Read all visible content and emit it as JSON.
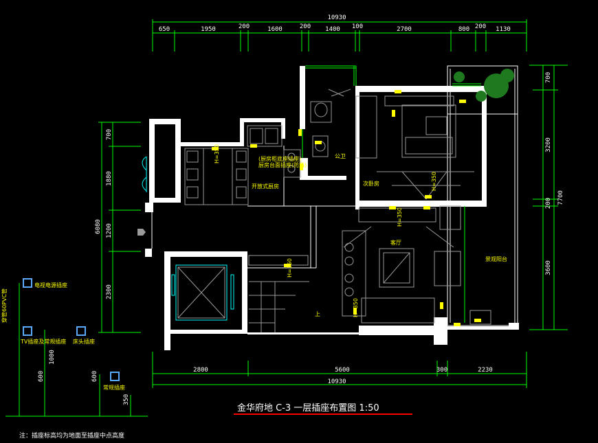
{
  "dims": {
    "top_total": "10930",
    "top_segments": [
      "650",
      "1950",
      "200",
      "1600",
      "200",
      "1400",
      "100",
      "2700",
      "800",
      "200",
      "1130"
    ],
    "bottom_segments": [
      "2800",
      "5600",
      "300",
      "2230"
    ],
    "bottom_total": "10930",
    "left_segments": [
      "700",
      "1880",
      "1200",
      "2300"
    ],
    "left_total": "6080",
    "right_segments": [
      "700",
      "3200",
      "200",
      "3600"
    ],
    "right_total": "7700"
  },
  "rooms": {
    "kitchen": "开放式厨房",
    "bathroom": "公卫",
    "bedroom": "次卧房",
    "living": "客厅",
    "balcony": "景观阳台",
    "stair_up": "上",
    "fridge_note_1": "(厨房柜底座插座)",
    "fridge_note_2": "厨房台面插座(防溅)"
  },
  "heights": [
    "H=350",
    "H=350",
    "H=350",
    "H=350",
    "H=350"
  ],
  "legend": {
    "items": [
      {
        "label": "电视电源插座",
        "height": ""
      },
      {
        "label": "TV插座及常规插座",
        "height": "1000"
      },
      {
        "label": "床头插座",
        "height": "600"
      },
      {
        "label": "常规插座",
        "height": "600"
      }
    ],
    "pipe_label": "穿管60PVC管",
    "last_height": "350"
  },
  "title": "金华府地 C-3 一层插座布置图  1:50",
  "note": "注：插座标高均为地面至插座中点高度",
  "colors": {
    "wall": "#ffffff",
    "dimension": "#00ff00",
    "furniture": "#9a9a9a",
    "socket": "#ffff00",
    "accent": "#00ffff",
    "title_underline": "#ff0000"
  }
}
